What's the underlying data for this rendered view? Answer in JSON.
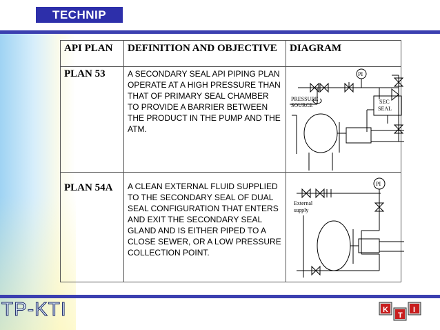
{
  "header": {
    "logo_text": "TECHNIP"
  },
  "footer": {
    "left_text": "TP-KTI",
    "logo_letters": [
      "K",
      "T",
      "I"
    ]
  },
  "table": {
    "headers": [
      "API PLAN",
      "DEFINITION AND OBJECTIVE",
      "DIAGRAM"
    ],
    "rows": [
      {
        "plan": "PLAN 53",
        "definition": "A SECONDARY SEAL API PIPING PLAN OPERATE AT A HIGH PRESSURE THAN THAT OF PRIMARY SEAL CHAMBER TO PROVIDE A BARRIER BETWEEN THE PRODUCT IN THE PUMP AND THE ATM.",
        "diagram": {
          "gauge": "PI",
          "source_line1": "PRESSURE",
          "source_line2": "SOURCE",
          "sec_line1": "SEC",
          "sec_line2": "SEAL"
        }
      },
      {
        "plan": "PLAN 54A",
        "definition": "A CLEAN EXTERNAL FLUID SUPPLIED TO THE SECONDARY SEAL OF DUAL SEAL CONFIGURATION THAT ENTERS AND EXIT THE SECONDARY SEAL GLAND AND IS EITHER PIPED TO A CLOSE SEWER, OR A LOW PRESSURE COLLECTION POINT.",
        "diagram": {
          "gauge": "PI",
          "supply_line1": "External",
          "supply_line2": "supply"
        }
      }
    ]
  },
  "colors": {
    "accent": "#3b3fb0",
    "logo_bg": "#2d2faa"
  }
}
